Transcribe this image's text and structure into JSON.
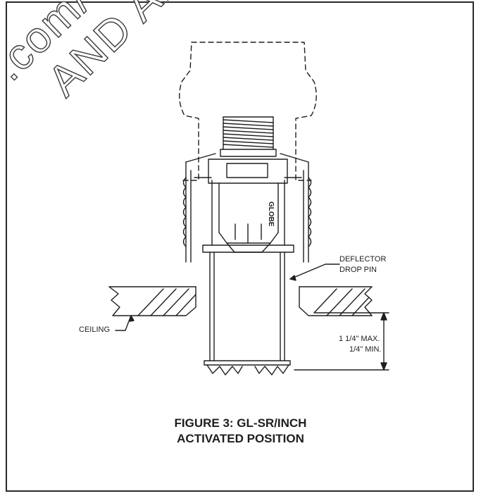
{
  "labels": {
    "deflector_line1": "DEFLECTOR",
    "deflector_line2": "DROP PIN",
    "ceiling": "CEILING",
    "dim_max": "1 1/4\" MAX.",
    "dim_min": "1/4\" MIN.",
    "brand": "GLOBE"
  },
  "caption": {
    "line1": "FIGURE 3:  GL-SR/INCH",
    "line2": "ACTIVATED POSITION"
  },
  "watermark": {
    "line1": ".com/",
    "line2": "AND AP"
  },
  "colors": {
    "line": "#1e1e1e",
    "background": "#ffffff"
  }
}
